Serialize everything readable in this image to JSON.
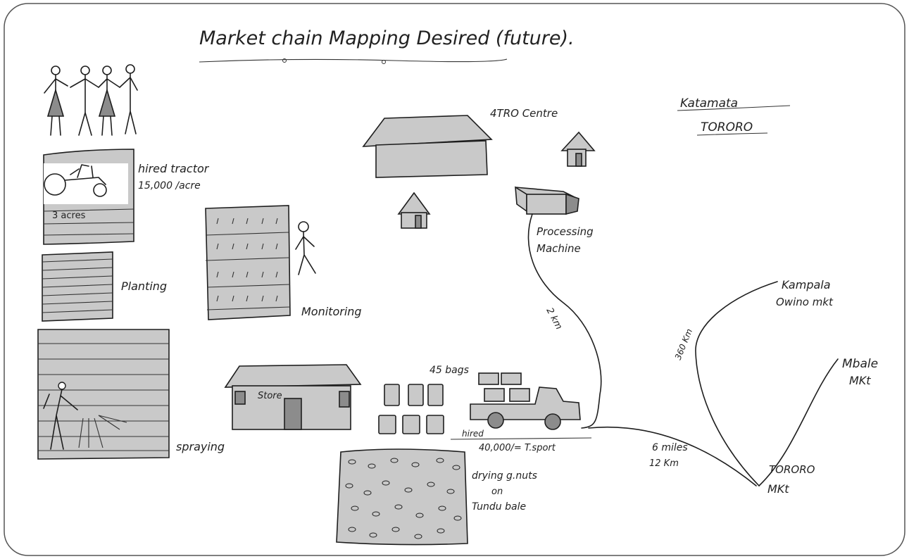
{
  "title": "Market chain Mapping Desired (future).",
  "location": {
    "line1": "Katamata",
    "line2": "TORORO"
  },
  "labels": {
    "hired_tractor": "hired tractor",
    "tractor_cost": "15,000 /acre",
    "acres": "3 acres",
    "planting": "Planting",
    "monitoring": "Monitoring",
    "spraying": "spraying",
    "store": "Store",
    "bags": "45 bags",
    "hired": "hired",
    "transport_cost": "40,000/= T.sport",
    "drying_line1": "drying g.nuts",
    "drying_line2": "on",
    "drying_line3": "Tundu bale",
    "centre": "4TRO Centre",
    "processing_line1": "Processing",
    "processing_line2": "Machine",
    "dist_2km": "2 km",
    "dist_miles": "6 miles",
    "dist_km": "12 Km",
    "dist_360": "360 Km",
    "kampala_line1": "Kampala",
    "kampala_line2": "Owino mkt",
    "mbale_line1": "Mbale",
    "mbale_line2": "MKt",
    "tororo_line1": "TORORO",
    "tororo_line2": "MKt"
  }
}
